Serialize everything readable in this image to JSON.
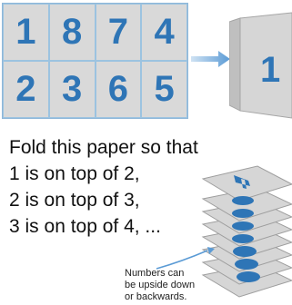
{
  "grid": {
    "cells": [
      "1",
      "8",
      "7",
      "4",
      "2",
      "3",
      "6",
      "5"
    ]
  },
  "folded_label": "1",
  "instructions": [
    "Fold this paper so that",
    "1 is on top of 2,",
    "2 is on top of 3,",
    "3 is on top of 4, ..."
  ],
  "note": [
    "Numbers can",
    "be upside down",
    "or backwards."
  ],
  "colors": {
    "number_blue": "#2e75b6",
    "cell_gray": "#d9d9d9",
    "arrow_blue": "#5b9bd5",
    "sheet_gray": "#d6d6d6"
  }
}
